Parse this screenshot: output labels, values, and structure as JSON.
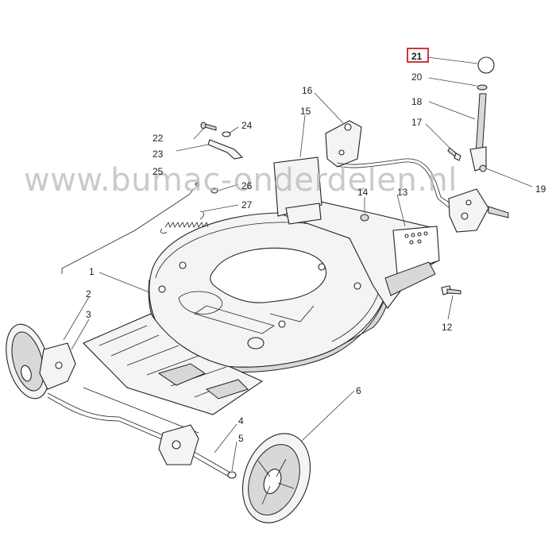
{
  "watermark": "www.bumac-onderdelen.nl",
  "highlight_color": "#cc1e2b",
  "callouts": {
    "c1": "1",
    "c2": "2",
    "c3": "3",
    "c4": "4",
    "c5": "5",
    "c6": "6",
    "c12": "12",
    "c13": "13",
    "c14": "14",
    "c15": "15",
    "c16": "16",
    "c17": "17",
    "c18": "18",
    "c19": "19",
    "c20": "20",
    "c21": "21",
    "c22": "22",
    "c23": "23",
    "c24": "24",
    "c25": "25",
    "c26": "26",
    "c27": "27"
  },
  "highlighted_part": "21"
}
